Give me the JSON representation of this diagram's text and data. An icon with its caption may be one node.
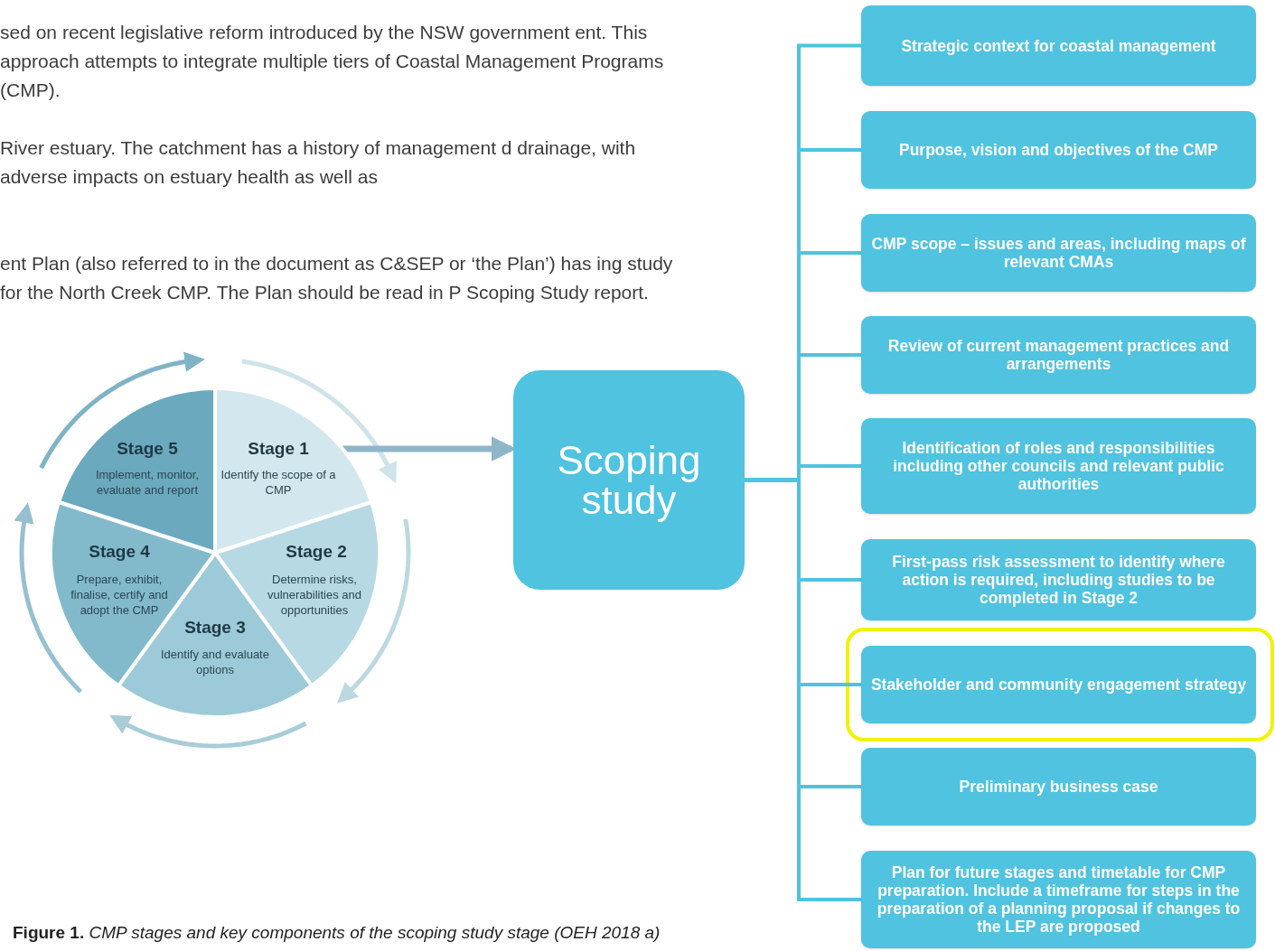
{
  "diagram": {
    "caption": "**Figure 1.** *CMP stages and key components of the scoping study stage (OEH 2018 a)*",
    "nodes": [
      {
        "text": [
          "Stage 1",
          "Identify the scope of a CMP"
        ]
      },
      {
        "text": [
          "Stage 2",
          "Determine risks, vulnerabilities and opportunities"
        ]
      },
      {
        "text": [
          "Stage 3",
          "Identify and evaluate options"
        ]
      },
      {
        "text": [
          "Stage 4",
          "Prepare, exhibit, finalise, certify and adopt the CMP"
        ]
      },
      {
        "text": [
          "Stage 5",
          "Implement, monitor, evaluate and report"
        ]
      },
      {
        "text": [
          "Scoping study"
        ]
      },
      {
        "text": [
          "Strategic context for coastal management"
        ]
      },
      {
        "text": [
          "Purpose, vision and objectives of the CMP"
        ]
      },
      {
        "text": [
          "CMP scope – issues and areas, including maps of relevant CMAs"
        ]
      },
      {
        "text": [
          "Review of current management practices and arrangements"
        ]
      },
      {
        "text": [
          "Identification of roles and responsibilities including other councils and relevant public authorities"
        ]
      },
      {
        "text": [
          "First-pass risk assessment to identify where action is required, including studies to be completed in Stage 2"
        ]
      },
      {
        "text": [
          "Stakeholder and community engagement strategy"
        ]
      },
      {
        "text": [
          "Preliminary business case"
        ]
      },
      {
        "text": [
          "Plan for future stages and timetable for CMP preparation.  Include a timeframe for steps in the preparation of a planning proposal if changes to the LEP are proposed"
        ]
      }
    ],
    "edges": [
      {
        "from": 0,
        "to": 5,
        "arrow": "to",
        "color": "#8db6ca"
      },
      {
        "from": 5,
        "to": 6,
        "arrow": "none"
      },
      {
        "from": 5,
        "to": 7,
        "arrow": "none"
      },
      {
        "from": 5,
        "to": 8,
        "arrow": "none"
      },
      {
        "from": 5,
        "to": 9,
        "arrow": "none"
      },
      {
        "from": 5,
        "to": 10,
        "arrow": "none"
      },
      {
        "from": 5,
        "to": 11,
        "arrow": "none"
      },
      {
        "from": 5,
        "to": 12,
        "arrow": "none"
      },
      {
        "from": 5,
        "to": 13,
        "arrow": "none"
      },
      {
        "from": 5,
        "to": 14,
        "arrow": "none"
      }
    ],
    "labels": [
      "sed on recent legislative reform introduced by the NSW government ent. This approach attempts to integrate multiple tiers of Coastal Management Programs (CMP).",
      "River estuary. The catchment has a history of management d drainage, with adverse impacts on estuary health as well as",
      "ent Plan (also referred to in the document as C&SEP or ‘the Plan’) has ing study for the North Creek CMP. The Plan should be read in P Scoping Study report."
    ]
  }
}
